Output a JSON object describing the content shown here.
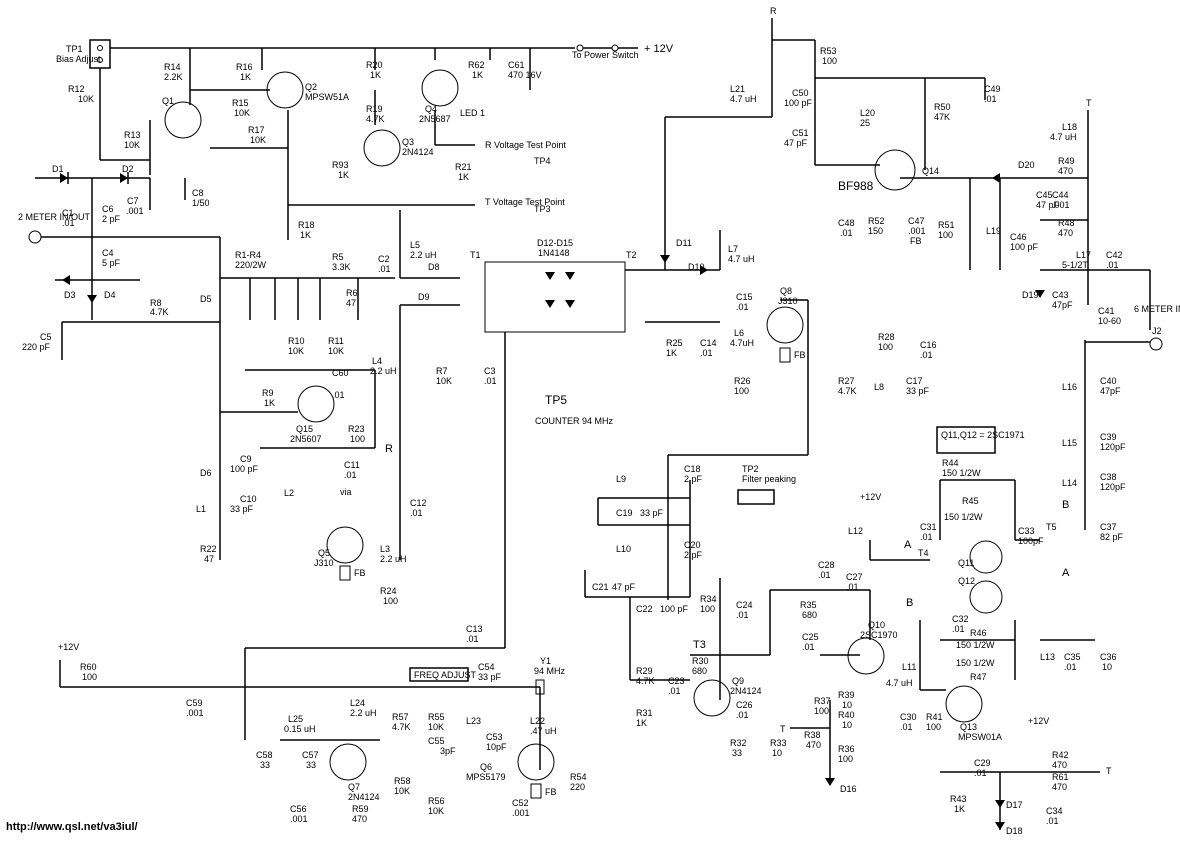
{
  "source_url": "http://www.qsl.net/va3iul/",
  "power": {
    "supply": "+ 12V",
    "switch_label": "To Power Switch",
    "supply_12v": "+12V"
  },
  "test_points": {
    "tp1": "TP1",
    "tp1_desc": "Bias Adjust",
    "tp2": "TP2",
    "tp2_desc": "Filter peaking",
    "tp3": "TP3",
    "tp3_desc": "T Voltage Test Point",
    "tp4": "TP4",
    "tp4_desc": "R Voltage Test Point",
    "tp5": "TP5",
    "tp5_desc": "COUNTER 94 MHz"
  },
  "ports": {
    "two_meter": "2 METER IN/OUT",
    "six_meter": "6 METER IN/OUT",
    "j2": "J2"
  },
  "labels": {
    "freq_adjust": "FREQ ADJUST",
    "q11q12": "Q11,Q12 = 2SC1971",
    "bf988": "BF988",
    "R": "R",
    "T": "T",
    "A": "A",
    "B": "B",
    "FB": "FB",
    "via": "via"
  },
  "components": [
    {
      "ref": "R12",
      "val": "10K"
    },
    {
      "ref": "R14",
      "val": "2.2K"
    },
    {
      "ref": "R16",
      "val": "1K"
    },
    {
      "ref": "R15",
      "val": "10K"
    },
    {
      "ref": "R17",
      "val": "10K"
    },
    {
      "ref": "R13",
      "val": "10K"
    },
    {
      "ref": "Q1",
      "val": ""
    },
    {
      "ref": "Q2",
      "val": "MPSW51A"
    },
    {
      "ref": "R20",
      "val": "1K"
    },
    {
      "ref": "R19",
      "val": "4.7K"
    },
    {
      "ref": "R93",
      "val": "1K"
    },
    {
      "ref": "Q3",
      "val": "2N4124"
    },
    {
      "ref": "Q4",
      "val": "2N5687"
    },
    {
      "ref": "R62",
      "val": "1K"
    },
    {
      "ref": "C61",
      "val": "470 16V"
    },
    {
      "ref": "LED 1",
      "val": ""
    },
    {
      "ref": "R21",
      "val": "1K"
    },
    {
      "ref": "R18",
      "val": "1K"
    },
    {
      "ref": "D1",
      "val": ""
    },
    {
      "ref": "D2",
      "val": ""
    },
    {
      "ref": "C7",
      "val": ".001"
    },
    {
      "ref": "C8",
      "val": "1/50"
    },
    {
      "ref": "C1",
      "val": ".01"
    },
    {
      "ref": "C6",
      "val": "2 pF"
    },
    {
      "ref": "C4",
      "val": "5 pF"
    },
    {
      "ref": "D3",
      "val": ""
    },
    {
      "ref": "D4",
      "val": ""
    },
    {
      "ref": "R8",
      "val": "4.7K"
    },
    {
      "ref": "C5",
      "val": "220 pF"
    },
    {
      "ref": "R1-R4",
      "val": "220/2W"
    },
    {
      "ref": "D5",
      "val": ""
    },
    {
      "ref": "R5",
      "val": "3.3K"
    },
    {
      "ref": "R6",
      "val": "47"
    },
    {
      "ref": "C2",
      "val": ".01"
    },
    {
      "ref": "L5",
      "val": "2.2 uH"
    },
    {
      "ref": "D8",
      "val": ""
    },
    {
      "ref": "D9",
      "val": ""
    },
    {
      "ref": "T1",
      "val": ""
    },
    {
      "ref": "T2",
      "val": ""
    },
    {
      "ref": "D12-D15",
      "val": "1N4148"
    },
    {
      "ref": "R7",
      "val": "10K"
    },
    {
      "ref": "C3",
      "val": ".01"
    },
    {
      "ref": "R10",
      "val": "10K"
    },
    {
      "ref": "R11",
      "val": "10K"
    },
    {
      "ref": "C60",
      "val": ".01"
    },
    {
      "ref": "L4",
      "val": "2.2 uH"
    },
    {
      "ref": "R9",
      "val": "1K"
    },
    {
      "ref": "Q15",
      "val": "2N5607"
    },
    {
      "ref": "R23",
      "val": "100"
    },
    {
      "ref": "D6",
      "val": ""
    },
    {
      "ref": "C9",
      "val": "100 pF"
    },
    {
      "ref": "C10",
      "val": "33 pF"
    },
    {
      "ref": "C11",
      "val": ".01"
    },
    {
      "ref": "L2",
      "val": ""
    },
    {
      "ref": "L1",
      "val": ""
    },
    {
      "ref": "R22",
      "val": "47"
    },
    {
      "ref": "Q5",
      "val": "J310"
    },
    {
      "ref": "C12",
      "val": ".01"
    },
    {
      "ref": "L3",
      "val": "2.2 uH"
    },
    {
      "ref": "R24",
      "val": "100"
    },
    {
      "ref": "R60",
      "val": "100"
    },
    {
      "ref": "C59",
      "val": ".001"
    },
    {
      "ref": "C13",
      "val": ".01"
    },
    {
      "ref": "L25",
      "val": "0.15 uH"
    },
    {
      "ref": "L24",
      "val": "2.2 uH"
    },
    {
      "ref": "C58",
      "val": "33"
    },
    {
      "ref": "C57",
      "val": "33"
    },
    {
      "ref": "Q7",
      "val": "2N4124"
    },
    {
      "ref": "C56",
      "val": ".001"
    },
    {
      "ref": "R59",
      "val": "470"
    },
    {
      "ref": "R57",
      "val": "4.7K"
    },
    {
      "ref": "R58",
      "val": "10K"
    },
    {
      "ref": "R55",
      "val": "10K"
    },
    {
      "ref": "R56",
      "val": "10K"
    },
    {
      "ref": "C55",
      "val": "3pF"
    },
    {
      "ref": "L23",
      "val": ""
    },
    {
      "ref": "C54",
      "val": "33 pF"
    },
    {
      "ref": "Y1",
      "val": "94 MHz"
    },
    {
      "ref": "L22",
      "val": ".47 uH"
    },
    {
      "ref": "C53",
      "val": "10pF"
    },
    {
      "ref": "Q6",
      "val": "MPS5179"
    },
    {
      "ref": "R54",
      "val": "220"
    },
    {
      "ref": "C52",
      "val": ".001"
    },
    {
      "ref": "D11",
      "val": ""
    },
    {
      "ref": "D10",
      "val": ""
    },
    {
      "ref": "L7",
      "val": "4.7 uH"
    },
    {
      "ref": "R25",
      "val": "1K"
    },
    {
      "ref": "C14",
      "val": ".01"
    },
    {
      "ref": "C15",
      "val": ".01"
    },
    {
      "ref": "Q8",
      "val": "J310"
    },
    {
      "ref": "L6",
      "val": "4.7uH"
    },
    {
      "ref": "R26",
      "val": "100"
    },
    {
      "ref": "R28",
      "val": "100"
    },
    {
      "ref": "C16",
      "val": ".01"
    },
    {
      "ref": "R27",
      "val": "4.7K"
    },
    {
      "ref": "L8",
      "val": ""
    },
    {
      "ref": "C17",
      "val": "33 pF"
    },
    {
      "ref": "C18",
      "val": "2 pF"
    },
    {
      "ref": "L9",
      "val": ""
    },
    {
      "ref": "C19",
      "val": "33 pF"
    },
    {
      "ref": "L10",
      "val": ""
    },
    {
      "ref": "C20",
      "val": "2 pF"
    },
    {
      "ref": "C21",
      "val": "47 pF"
    },
    {
      "ref": "C22",
      "val": "100 pF"
    },
    {
      "ref": "R34",
      "val": "100"
    },
    {
      "ref": "C24",
      "val": ".01"
    },
    {
      "ref": "T3",
      "val": ""
    },
    {
      "ref": "R30",
      "val": "680"
    },
    {
      "ref": "R29",
      "val": "4.7K"
    },
    {
      "ref": "C23",
      "val": ".01"
    },
    {
      "ref": "Q9",
      "val": "2N4124"
    },
    {
      "ref": "R31",
      "val": "1K"
    },
    {
      "ref": "C26",
      "val": ".01"
    },
    {
      "ref": "R32",
      "val": "33"
    },
    {
      "ref": "R33",
      "val": "10"
    },
    {
      "ref": "R35",
      "val": "680"
    },
    {
      "ref": "C28",
      "val": ".01"
    },
    {
      "ref": "C27",
      "val": ".01"
    },
    {
      "ref": "C25",
      "val": ".01"
    },
    {
      "ref": "Q10",
      "val": "2SC1970"
    },
    {
      "ref": "R37",
      "val": "100"
    },
    {
      "ref": "R39",
      "val": "10"
    },
    {
      "ref": "R40",
      "val": "10"
    },
    {
      "ref": "R38",
      "val": "470"
    },
    {
      "ref": "R36",
      "val": "100"
    },
    {
      "ref": "D16",
      "val": ""
    },
    {
      "ref": "L12",
      "val": ""
    },
    {
      "ref": "C31",
      "val": ".01"
    },
    {
      "ref": "T4",
      "val": ""
    },
    {
      "ref": "R44",
      "val": "150 1/2W"
    },
    {
      "ref": "R45",
      "val": "150 1/2W"
    },
    {
      "ref": "C33",
      "val": "100pF"
    },
    {
      "ref": "T5",
      "val": ""
    },
    {
      "ref": "Q11",
      "val": ""
    },
    {
      "ref": "Q12",
      "val": ""
    },
    {
      "ref": "C32",
      "val": ".01"
    },
    {
      "ref": "R46",
      "val": "150 1/2W"
    },
    {
      "ref": "R47",
      "val": "150 1/2W"
    },
    {
      "ref": "L11",
      "val": "4.7 uH"
    },
    {
      "ref": "L13",
      "val": ""
    },
    {
      "ref": "C35",
      "val": ".01"
    },
    {
      "ref": "C36",
      "val": "10"
    },
    {
      "ref": "C30",
      "val": ".01"
    },
    {
      "ref": "R41",
      "val": "100"
    },
    {
      "ref": "Q13",
      "val": "MPSW01A"
    },
    {
      "ref": "C29",
      "val": ".01"
    },
    {
      "ref": "R43",
      "val": "1K"
    },
    {
      "ref": "D17",
      "val": ""
    },
    {
      "ref": "D18",
      "val": ""
    },
    {
      "ref": "R42",
      "val": "470"
    },
    {
      "ref": "R61",
      "val": "470"
    },
    {
      "ref": "C34",
      "val": ".01"
    },
    {
      "ref": "L21",
      "val": "4.7 uH"
    },
    {
      "ref": "R53",
      "val": "100"
    },
    {
      "ref": "C50",
      "val": "100 pF"
    },
    {
      "ref": "C51",
      "val": "47 pF"
    },
    {
      "ref": "L20",
      "val": "25"
    },
    {
      "ref": "R50",
      "val": "47K"
    },
    {
      "ref": "C49",
      "val": ".01"
    },
    {
      "ref": "Q14",
      "val": ""
    },
    {
      "ref": "C48",
      "val": ".01"
    },
    {
      "ref": "R52",
      "val": "150"
    },
    {
      "ref": "C47",
      "val": ".001"
    },
    {
      "ref": "R51",
      "val": "100"
    },
    {
      "ref": "L19",
      "val": ""
    },
    {
      "ref": "D20",
      "val": ""
    },
    {
      "ref": "C45",
      "val": "47 pF"
    },
    {
      "ref": "C44",
      "val": ".001"
    },
    {
      "ref": "C46",
      "val": "100 pF"
    },
    {
      "ref": "R49",
      "val": "470"
    },
    {
      "ref": "R48",
      "val": "470"
    },
    {
      "ref": "L18",
      "val": "4.7 uH"
    },
    {
      "ref": "L17",
      "val": "5-1/2T"
    },
    {
      "ref": "C42",
      "val": ".01"
    },
    {
      "ref": "D19",
      "val": ""
    },
    {
      "ref": "C43",
      "val": "47pF"
    },
    {
      "ref": "C41",
      "val": "10-60"
    },
    {
      "ref": "L16",
      "val": ""
    },
    {
      "ref": "C40",
      "val": "47pF"
    },
    {
      "ref": "L15",
      "val": ""
    },
    {
      "ref": "C39",
      "val": "120pF"
    },
    {
      "ref": "L14",
      "val": ""
    },
    {
      "ref": "C38",
      "val": "120pF"
    },
    {
      "ref": "C37",
      "val": "82 pF"
    }
  ]
}
